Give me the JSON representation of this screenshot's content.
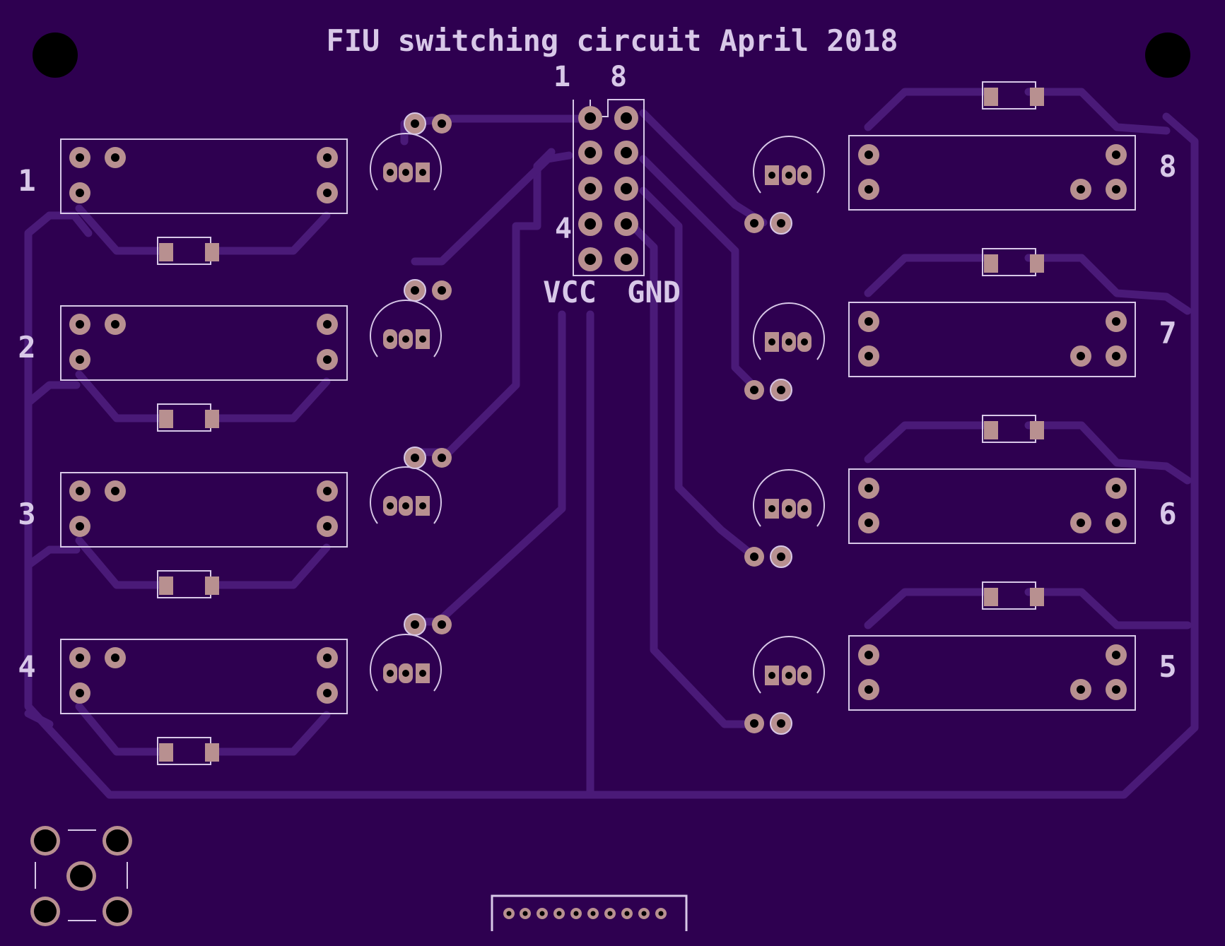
{
  "board": {
    "title": "FIU switching circuit April 2018",
    "header_pin_labels": {
      "pin1": "1",
      "pin8": "8",
      "pin4": "4"
    },
    "power_labels": {
      "vcc": "VCC",
      "gnd": "GND"
    },
    "channel_labels_left": [
      "1",
      "2",
      "3",
      "4"
    ],
    "channel_labels_right": [
      "8",
      "7",
      "6",
      "5"
    ],
    "colors": {
      "board": "#2e0050",
      "trace": "#4a1a78",
      "silkscreen": "#d8c8e8",
      "copper_pad": "#b89090",
      "drill": "#000000"
    }
  }
}
